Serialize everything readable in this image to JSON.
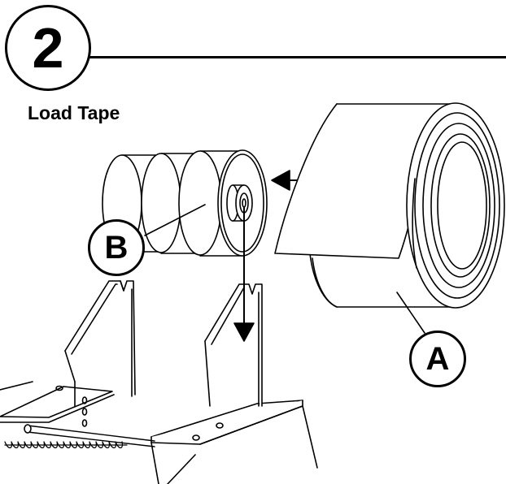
{
  "step": {
    "number": "2"
  },
  "title": "Load Tape",
  "callouts": {
    "a": "A",
    "b": "B"
  }
}
